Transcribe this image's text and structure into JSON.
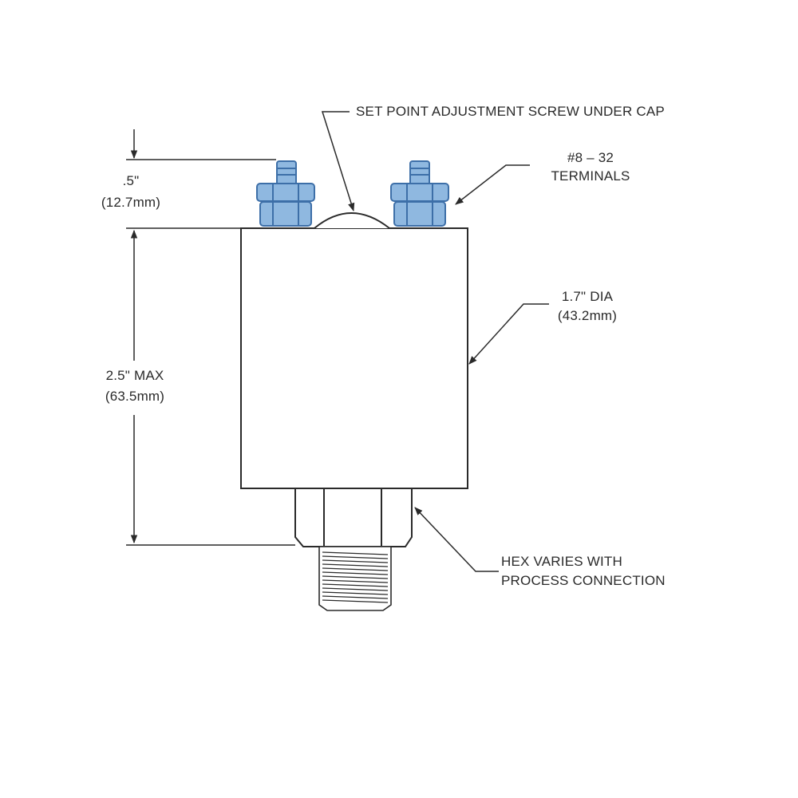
{
  "labels": {
    "setpoint": "SET POINT ADJUSTMENT SCREW UNDER CAP",
    "terminals_size": "#8 – 32",
    "terminals": "TERMINALS",
    "top_dim_in": ".5\"",
    "top_dim_mm": "(12.7mm)",
    "height_in": "2.5\" MAX",
    "height_mm": "(63.5mm)",
    "dia_in": "1.7\" DIA",
    "dia_mm": "(43.2mm)",
    "hex_line1": "HEX VARIES WITH",
    "hex_line2": "PROCESS CONNECTION"
  },
  "colors": {
    "line": "#2a2a2a",
    "terminal_fill": "#8fb8e0",
    "terminal_stroke": "#3d6fa8"
  }
}
